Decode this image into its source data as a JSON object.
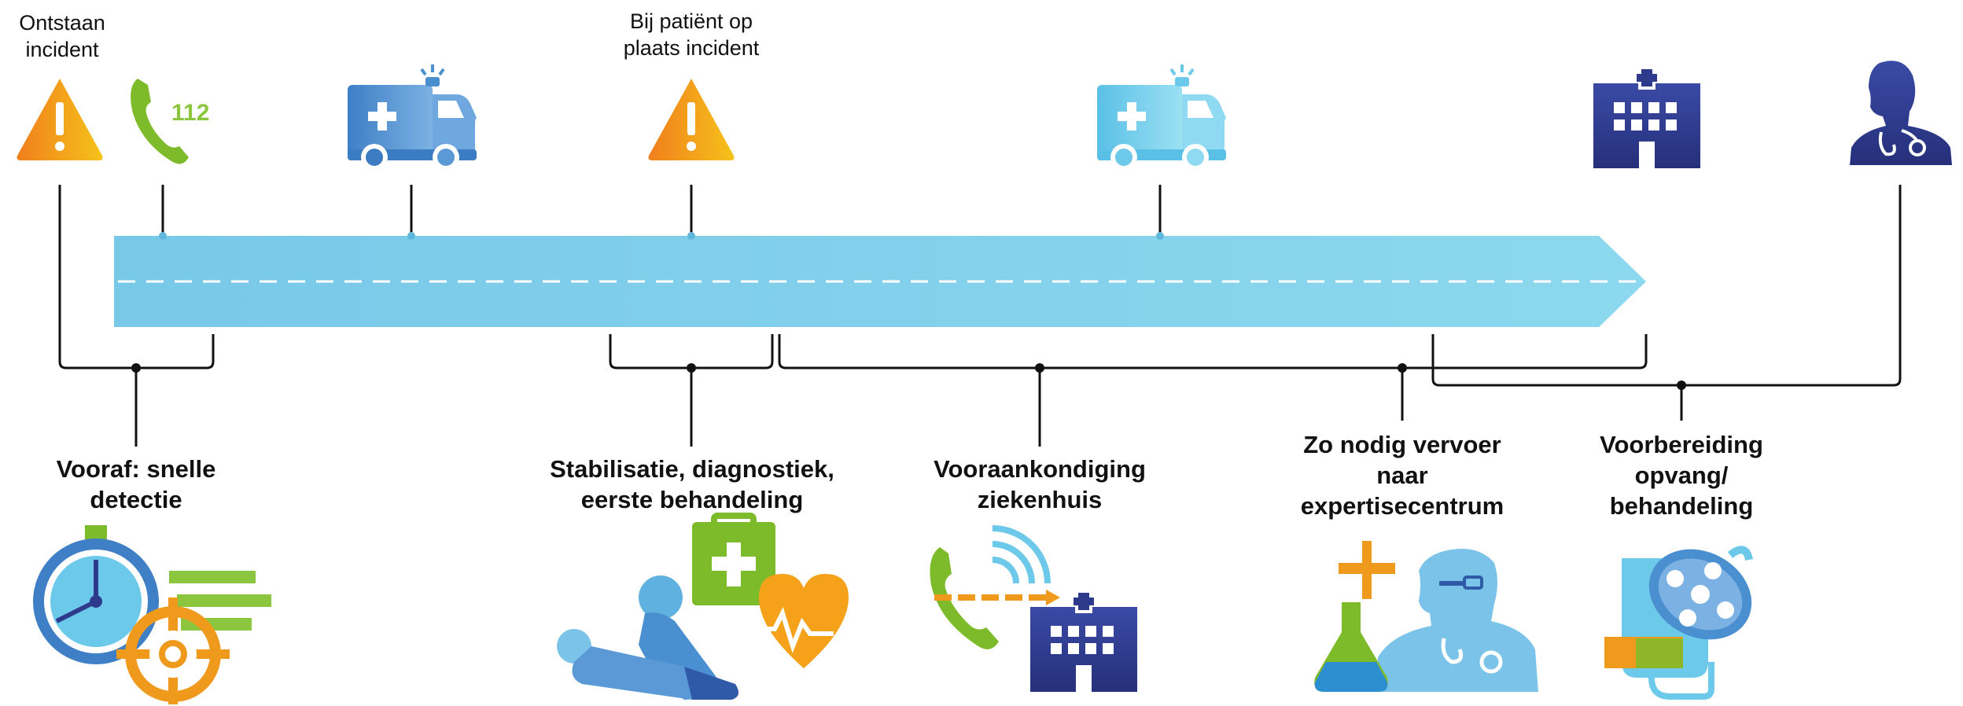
{
  "events": {
    "ontstaan": "Ontstaan incident",
    "bij_patient": "Bij patiënt op plaats incident",
    "phone_number": "112"
  },
  "phases": {
    "vooraf": "Vooraf: snelle detectie",
    "stabilisatie": "Stabilisatie, diagnostiek, eerste behandeling",
    "vooraankondiging": "Vooraankondiging ziekenhuis",
    "vervoer": "Zo nodig vervoer naar expertisecentrum",
    "voorbereiding": "Voorbereiding opvang/ behandeling"
  },
  "colors": {
    "timeline": "#80cfe8",
    "warning_orange": "#f07f1d",
    "warning_yellow": "#f5b21a",
    "phone_green": "#7dbb2a",
    "ambulance_blue": "#4a8fd0",
    "ambulance_light": "#6cc9ea",
    "hospital_navy": "#2e3a8c",
    "line": "#111111"
  },
  "icons": [
    "warning-icon",
    "phone-112-icon",
    "ambulance-icon",
    "warning-icon",
    "ambulance-light-icon",
    "hospital-icon",
    "doctor-icon",
    "stopwatch-target-icon",
    "first-aid-cpr-icon",
    "phone-hospital-icon",
    "lab-doctor-icon",
    "surgery-lamp-icon"
  ]
}
